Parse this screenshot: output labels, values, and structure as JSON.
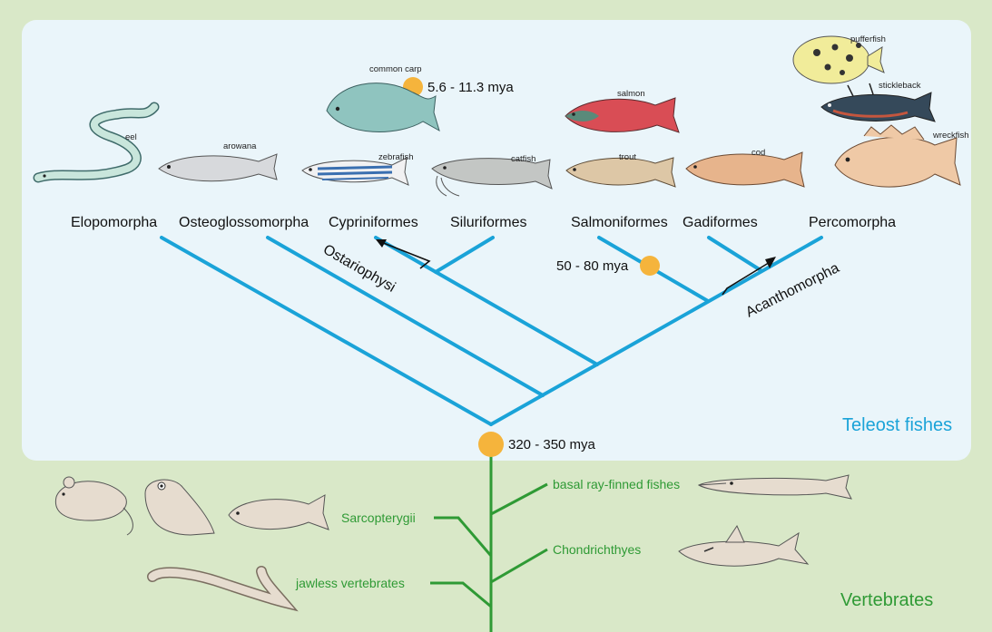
{
  "teleost_clades": [
    "Elopomorpha",
    "Osteoglossomorpha",
    "Cypriniformes",
    "Siluriformes",
    "Salmoniformes",
    "Gadiformes",
    "Percomorpha"
  ],
  "fish_labels": {
    "eel": "eel",
    "arowana": "arowana",
    "common_carp": "common carp",
    "zebrafish": "zebrafish",
    "catfish": "catfish",
    "salmon": "salmon",
    "trout": "trout",
    "cod": "cod",
    "pufferfish": "pufferfish",
    "stickleback": "stickleback",
    "wreckfish": "wreckfish"
  },
  "ages": {
    "carp_duplication": "5.6 - 11.3 mya",
    "salmonid_duplication": "50 - 80 mya",
    "teleost_duplication": "320 - 350 mya"
  },
  "subgroups": {
    "ostariophysi": "Ostariophysi",
    "acanthomorpha": "Acanthomorpha"
  },
  "vertebrate_branches": {
    "basal": "basal ray-finned fishes",
    "sarcopterygii": "Sarcopterygii",
    "chondrichthyes": "Chondrichthyes",
    "jawless": "jawless vertebrates"
  },
  "group_labels": {
    "teleost": "Teleost fishes",
    "vertebrates": "Vertebrates"
  },
  "colors": {
    "teleost_branch": "#1aa3d8",
    "vertebrate_branch": "#2f9a35",
    "duplication_dot": "#f5b43c",
    "teleost_label": "#1aa3d8",
    "vertebrate_label": "#2f9a35",
    "panel_bg": "#eaf5fa",
    "page_bg": "#d9e8c8"
  },
  "icons": [
    "eel-icon",
    "arowana-icon",
    "carp-icon",
    "zebrafish-icon",
    "catfish-icon",
    "salmon-icon",
    "trout-icon",
    "cod-icon",
    "pufferfish-icon",
    "stickleback-icon",
    "wreckfish-icon",
    "gar-icon",
    "shark-icon",
    "mouse-icon",
    "frog-icon",
    "coelacanth-icon",
    "lamprey-icon"
  ]
}
